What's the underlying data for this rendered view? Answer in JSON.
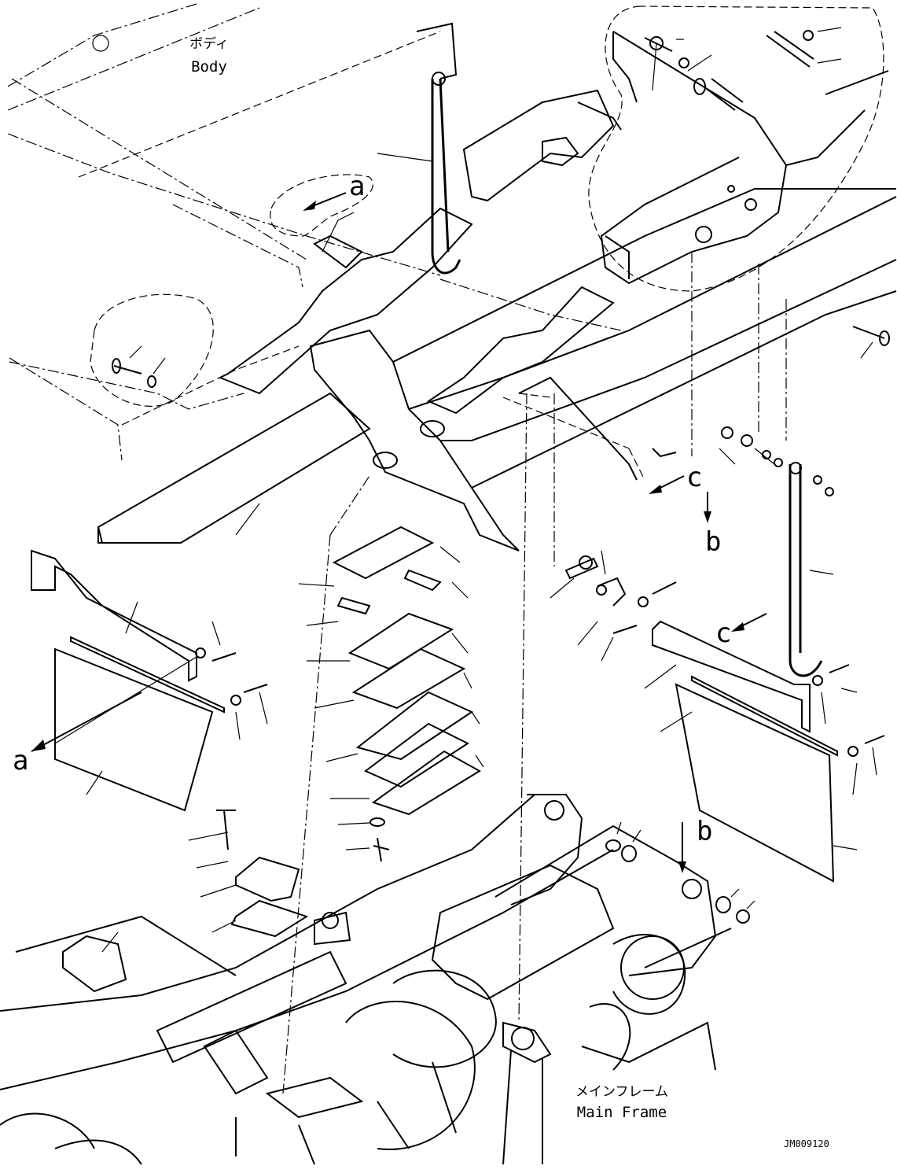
{
  "labels": {
    "body_jp": "ボディ",
    "body_en": "Body",
    "main_frame_jp": "メインフレーム",
    "main_frame_en": "Main Frame",
    "drawing_code": "JM009120"
  },
  "references": {
    "a_top": "a",
    "a_left": "a",
    "b_right": "b",
    "b_bottom": "b",
    "c_upper": "c",
    "c_lower": "c"
  }
}
